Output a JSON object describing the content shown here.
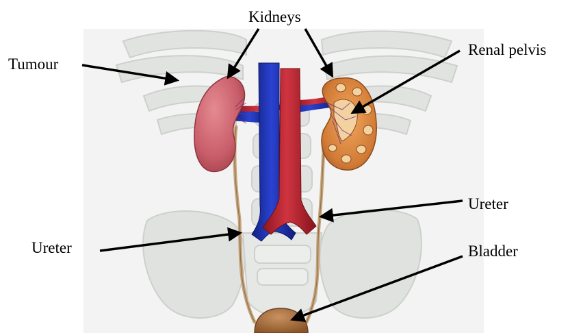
{
  "labels": {
    "kidneys": "Kidneys",
    "tumour": "Tumour",
    "renal_pelvis": "Renal pelvis",
    "ureter_right": "Ureter",
    "ureter_left": "Ureter",
    "bladder": "Bladder"
  },
  "colors": {
    "background": "#ffffff",
    "panel": "#f1f2f1",
    "bone": "#e0e2e0",
    "bone_edge": "#cfd2cf",
    "kidney_tumour": "#cf6470",
    "kidney_cut": "#d2803a",
    "vein": "#1a2ea8",
    "artery": "#b3202a",
    "ureter": "#c7a47a",
    "bladder": "#a86f3e",
    "arrow": "#000000"
  }
}
